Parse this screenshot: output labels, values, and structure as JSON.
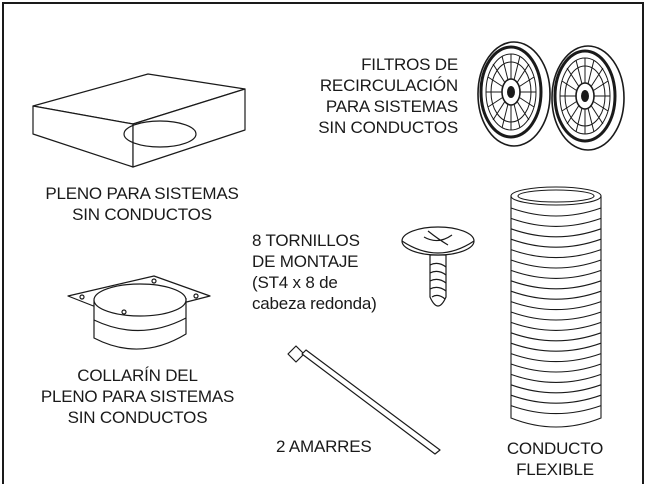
{
  "parts": {
    "plenum": {
      "lines": [
        "PLENO PARA SISTEMAS",
        "SIN CONDUCTOS"
      ]
    },
    "filters": {
      "lines": [
        "FILTROS DE",
        "RECIRCULACIÓN",
        "PARA SISTEMAS",
        "SIN CONDUCTOS"
      ]
    },
    "screws": {
      "lines": [
        "8 TORNILLOS",
        "DE MONTAJE",
        "(ST4 x 8 de",
        "cabeza redonda)"
      ]
    },
    "collar": {
      "lines": [
        "COLLARÍN DEL",
        "PLENO PARA SISTEMAS",
        "SIN CONDUCTOS"
      ]
    },
    "ties": {
      "lines": [
        "2 AMARRES"
      ]
    },
    "duct": {
      "lines": [
        "CONDUCTO",
        "FLEXIBLE"
      ]
    }
  },
  "colors": {
    "line": "#1a1a1a",
    "background": "#ffffff"
  }
}
